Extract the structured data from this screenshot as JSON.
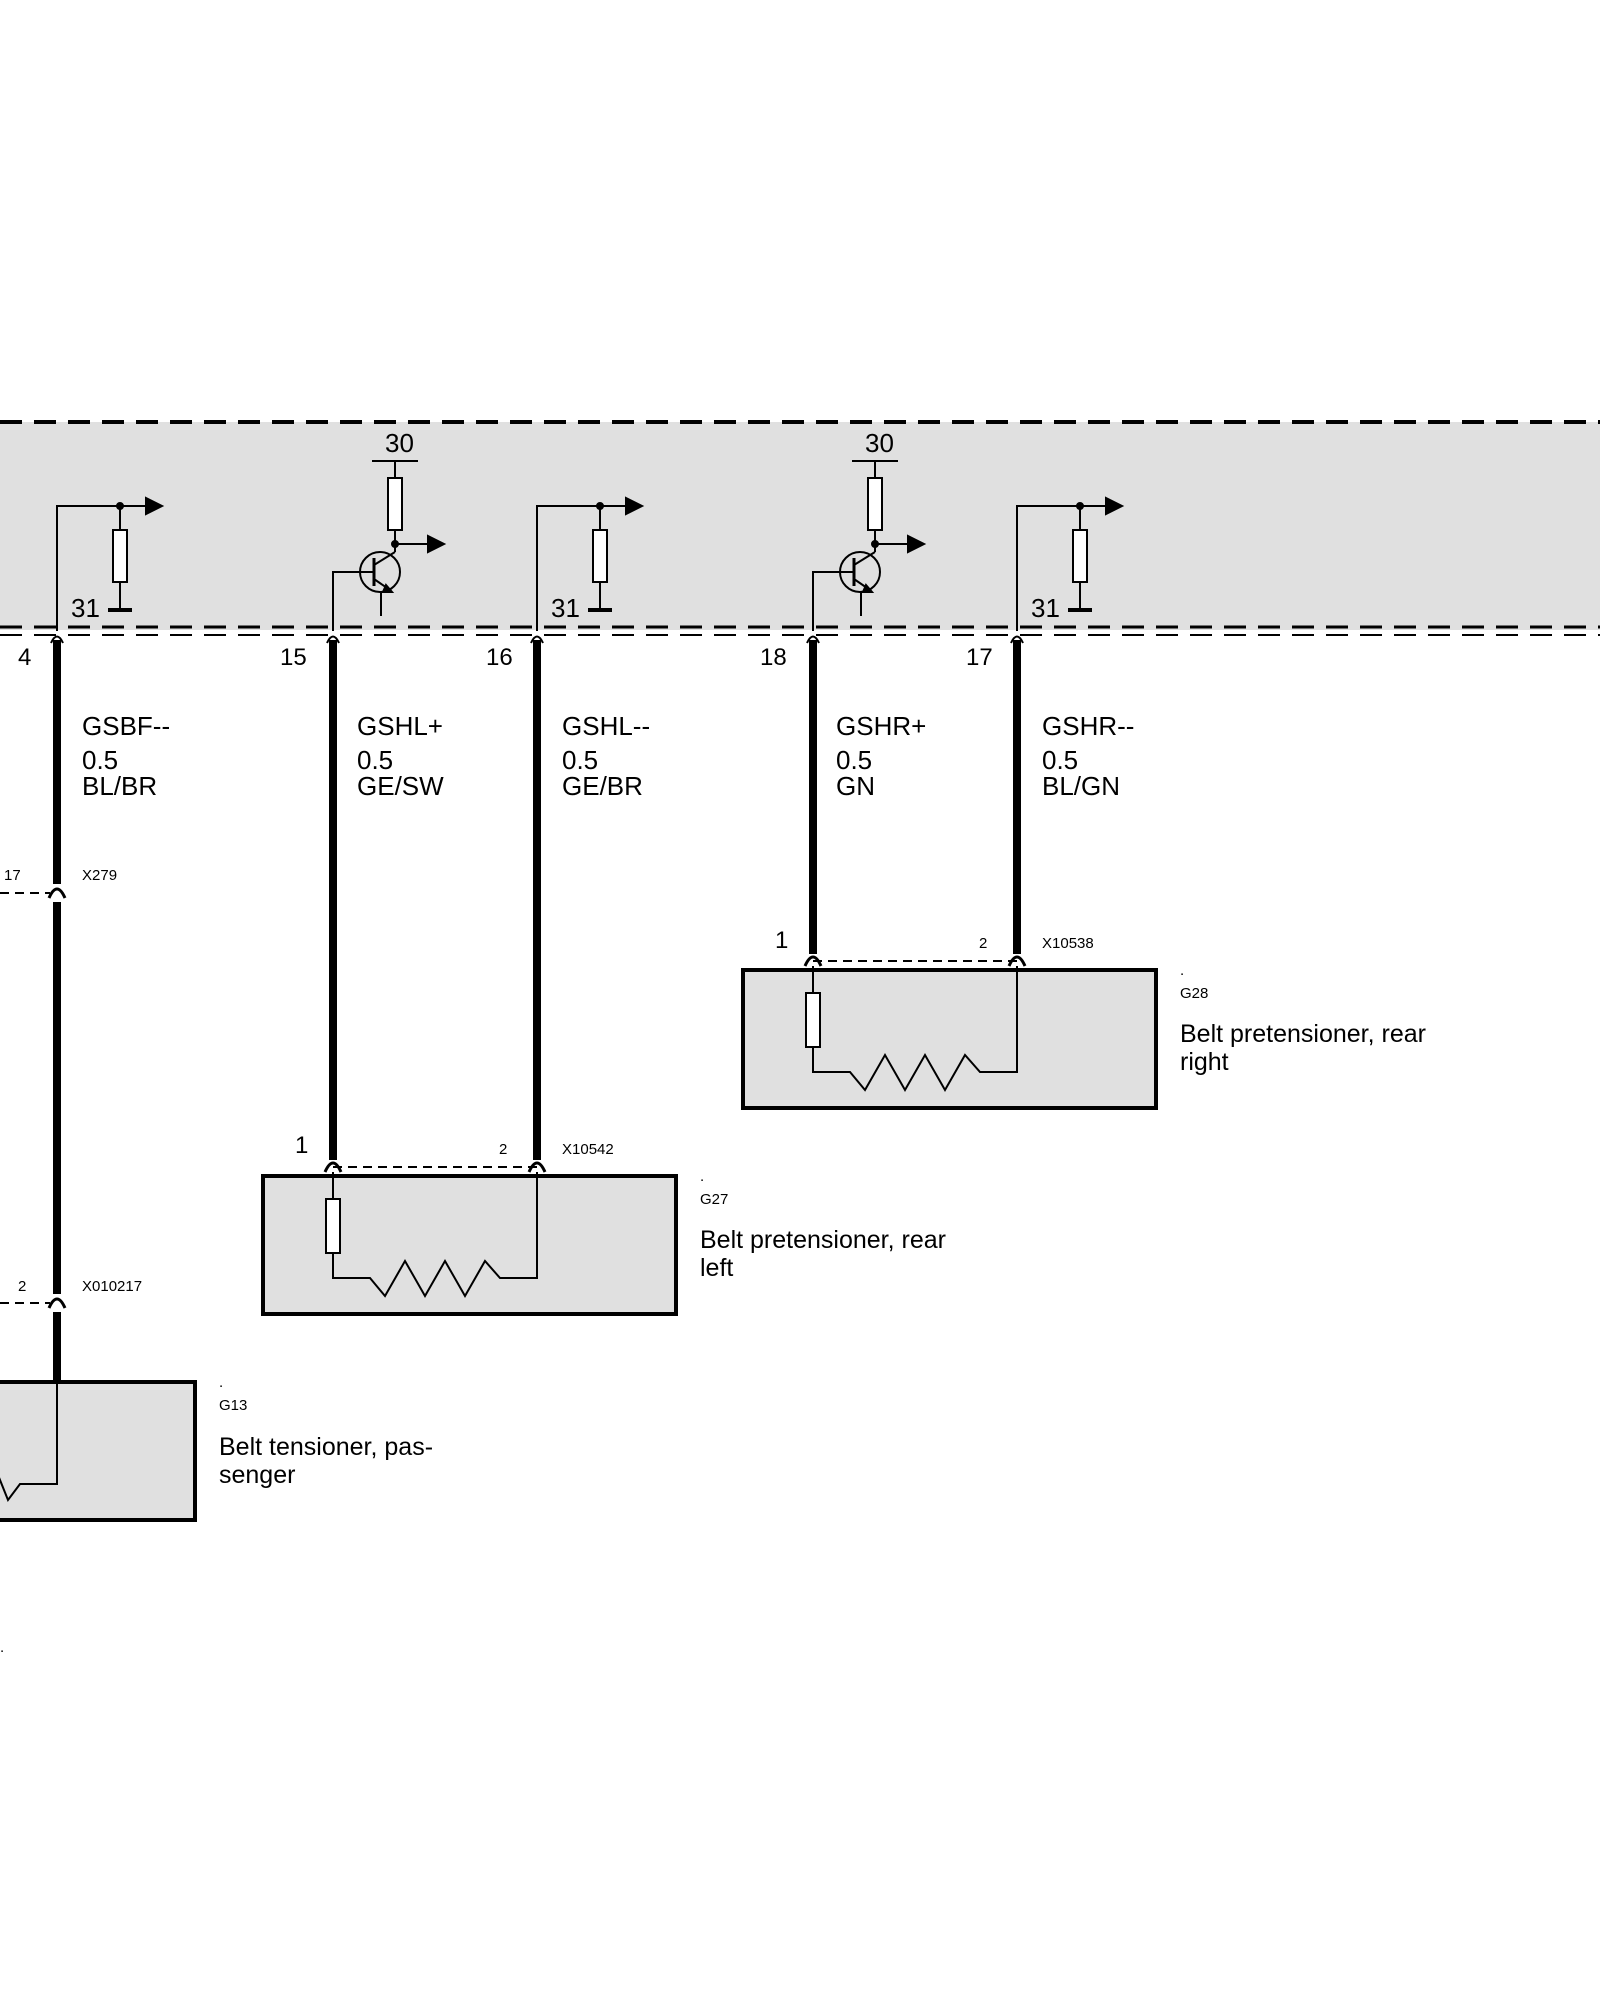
{
  "control_unit": {
    "supply_label": "30",
    "ground_label": "31"
  },
  "pins": [
    "4",
    "15",
    "16",
    "18",
    "17"
  ],
  "wires": [
    {
      "signal": "GSBF--",
      "size": "0.5",
      "color": "BL/BR"
    },
    {
      "signal": "GSHL+",
      "size": "0.5",
      "color": "GE/SW"
    },
    {
      "signal": "GSHL--",
      "size": "0.5",
      "color": "GE/BR"
    },
    {
      "signal": "GSHR+",
      "size": "0.5",
      "color": "GN"
    },
    {
      "signal": "GSHR--",
      "size": "0.5",
      "color": "BL/GN"
    }
  ],
  "connectors": {
    "x279": {
      "name": "X279",
      "pin": "17"
    },
    "x010217": {
      "name": "X010217",
      "pin": "2"
    },
    "x10542": {
      "name": "X10542",
      "pin1": "1",
      "pin2": "2"
    },
    "x10538": {
      "name": "X10538",
      "pin1": "1",
      "pin2": "2"
    }
  },
  "components": {
    "g28": {
      "dot": ".",
      "code": "G28",
      "line1": "Belt pretensioner, rear",
      "line2": "right"
    },
    "g27": {
      "dot": ".",
      "code": "G27",
      "line1": "Belt pretensioner, rear",
      "line2": "left"
    },
    "g13": {
      "dot": ".",
      "code": "G13",
      "line1": "Belt tensioner, pas-",
      "line2": "senger"
    }
  },
  "footer_dot": "."
}
